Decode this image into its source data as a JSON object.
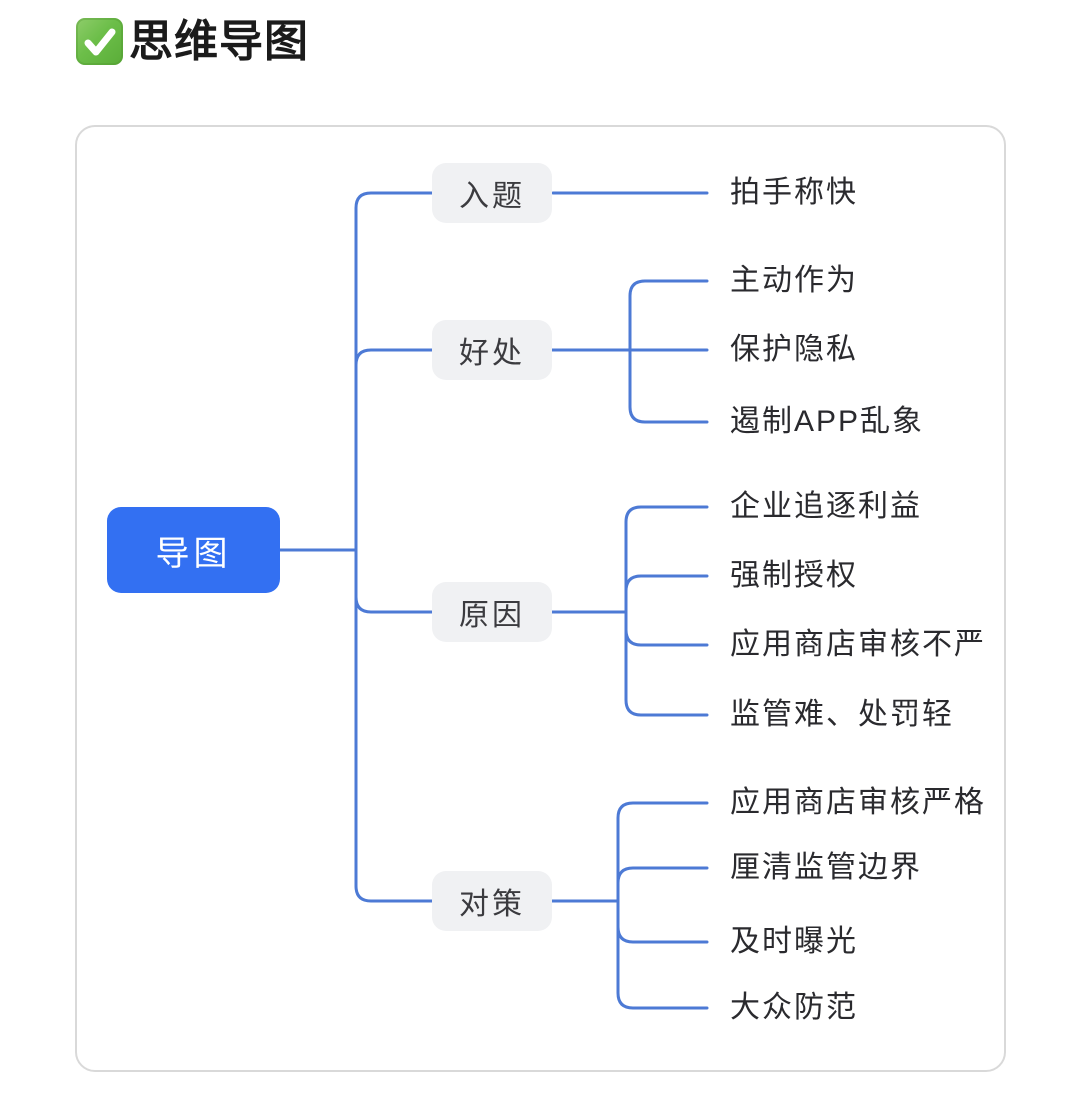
{
  "page": {
    "title": "思维导图",
    "title_icon": "green-check-icon"
  },
  "colors": {
    "root_node_bg": "#3370f2",
    "root_node_text": "#ffffff",
    "branch_node_bg": "#f0f1f3",
    "branch_node_text": "#3b3b3f",
    "leaf_text": "#2a2a2e",
    "connector": "#4d7ad5",
    "card_border": "#d9d9d9",
    "check_icon_green": "#6cbe49"
  },
  "mindmap": {
    "root": "导图",
    "branches": [
      {
        "label": "入题",
        "children": [
          "拍手称快"
        ]
      },
      {
        "label": "好处",
        "children": [
          "主动作为",
          "保护隐私",
          "遏制APP乱象"
        ]
      },
      {
        "label": "原因",
        "children": [
          "企业追逐利益",
          "强制授权",
          "应用商店审核不严",
          "监管难、处罚轻"
        ]
      },
      {
        "label": "对策",
        "children": [
          "应用商店审核严格",
          "厘清监管边界",
          "及时曝光",
          "大众防范"
        ]
      }
    ]
  }
}
